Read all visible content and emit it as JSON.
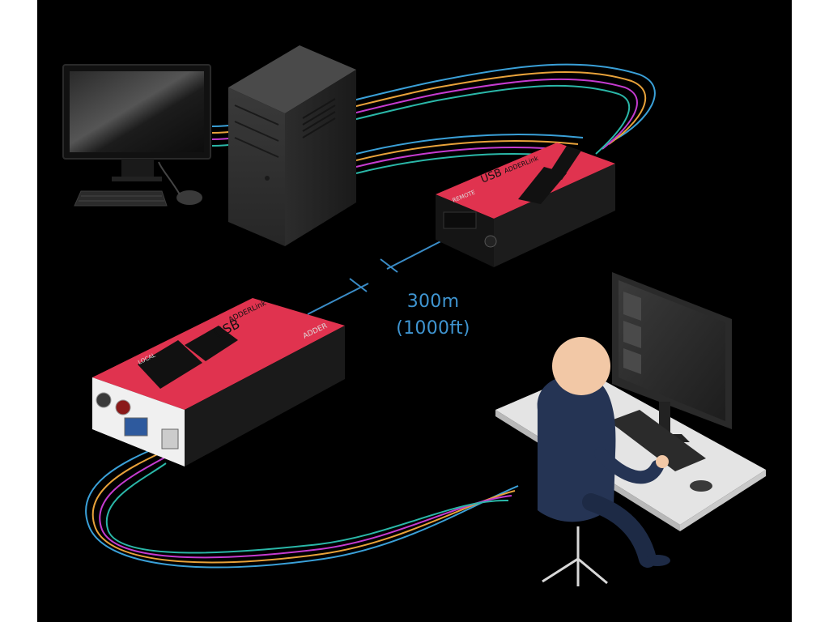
{
  "diagram": {
    "distance": {
      "metric": "300m",
      "imperial": "(1000ft)"
    },
    "devices": {
      "remote_unit": {
        "brand": "ADDER",
        "model_text": "ADDERLink",
        "product_text": "USB",
        "port_label": "REMOTE"
      },
      "local_unit": {
        "brand": "ADDER",
        "model_text": "ADDERLink",
        "product_text": "USB",
        "port_label": "LOCAL"
      }
    },
    "icons": [
      "monitor-icon",
      "keyboard-icon",
      "mouse-icon",
      "pc-tower-icon",
      "extender-remote-icon",
      "extender-local-icon",
      "user-workstation-icon"
    ],
    "colors": {
      "background": "#000000",
      "cable_blue": "#3aa0d8",
      "cable_orange": "#e8a23a",
      "cable_magenta": "#c53bd0",
      "cable_teal": "#2ab7a8",
      "extender_red": "#e0334f",
      "label_blue": "#3f95d1"
    }
  }
}
